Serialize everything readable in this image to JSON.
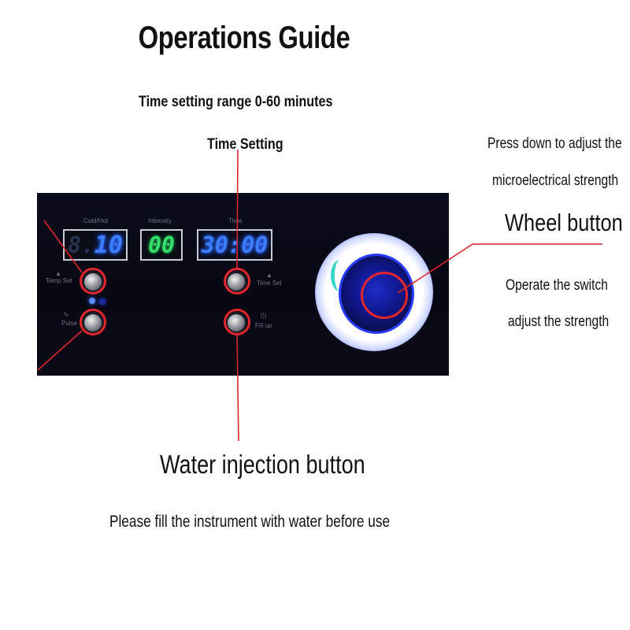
{
  "title": "Operations Guide",
  "annotations": {
    "time_range": "Time setting range     0-60 minutes",
    "time_setting": "Time Setting",
    "press_line1": "Press down to adjust the",
    "press_line2": "microelectrical strength",
    "wheel_button": "Wheel button",
    "operate_line1": "Operate the switch",
    "operate_line2": "adjust the strength",
    "water_button": "Water injection button",
    "water_note": "Please fill the instrument with water before use"
  },
  "panel": {
    "label_coldhot": "Cold/Hot",
    "label_intensity": "Intensity",
    "label_time": "Time",
    "display_coldhot_dim": "8.",
    "display_coldhot": "10",
    "display_intensity": "00",
    "display_time": "30:00",
    "label_temp_set": "Temp Set",
    "label_pulse": "Pulse",
    "label_time_set": "Time Set",
    "label_fill_up": "Fill up"
  },
  "colors": {
    "callout_line": "#d9262e",
    "display_blue": "#3d7dff",
    "display_green": "#34e06a",
    "wheel_glow": "#283cff"
  }
}
